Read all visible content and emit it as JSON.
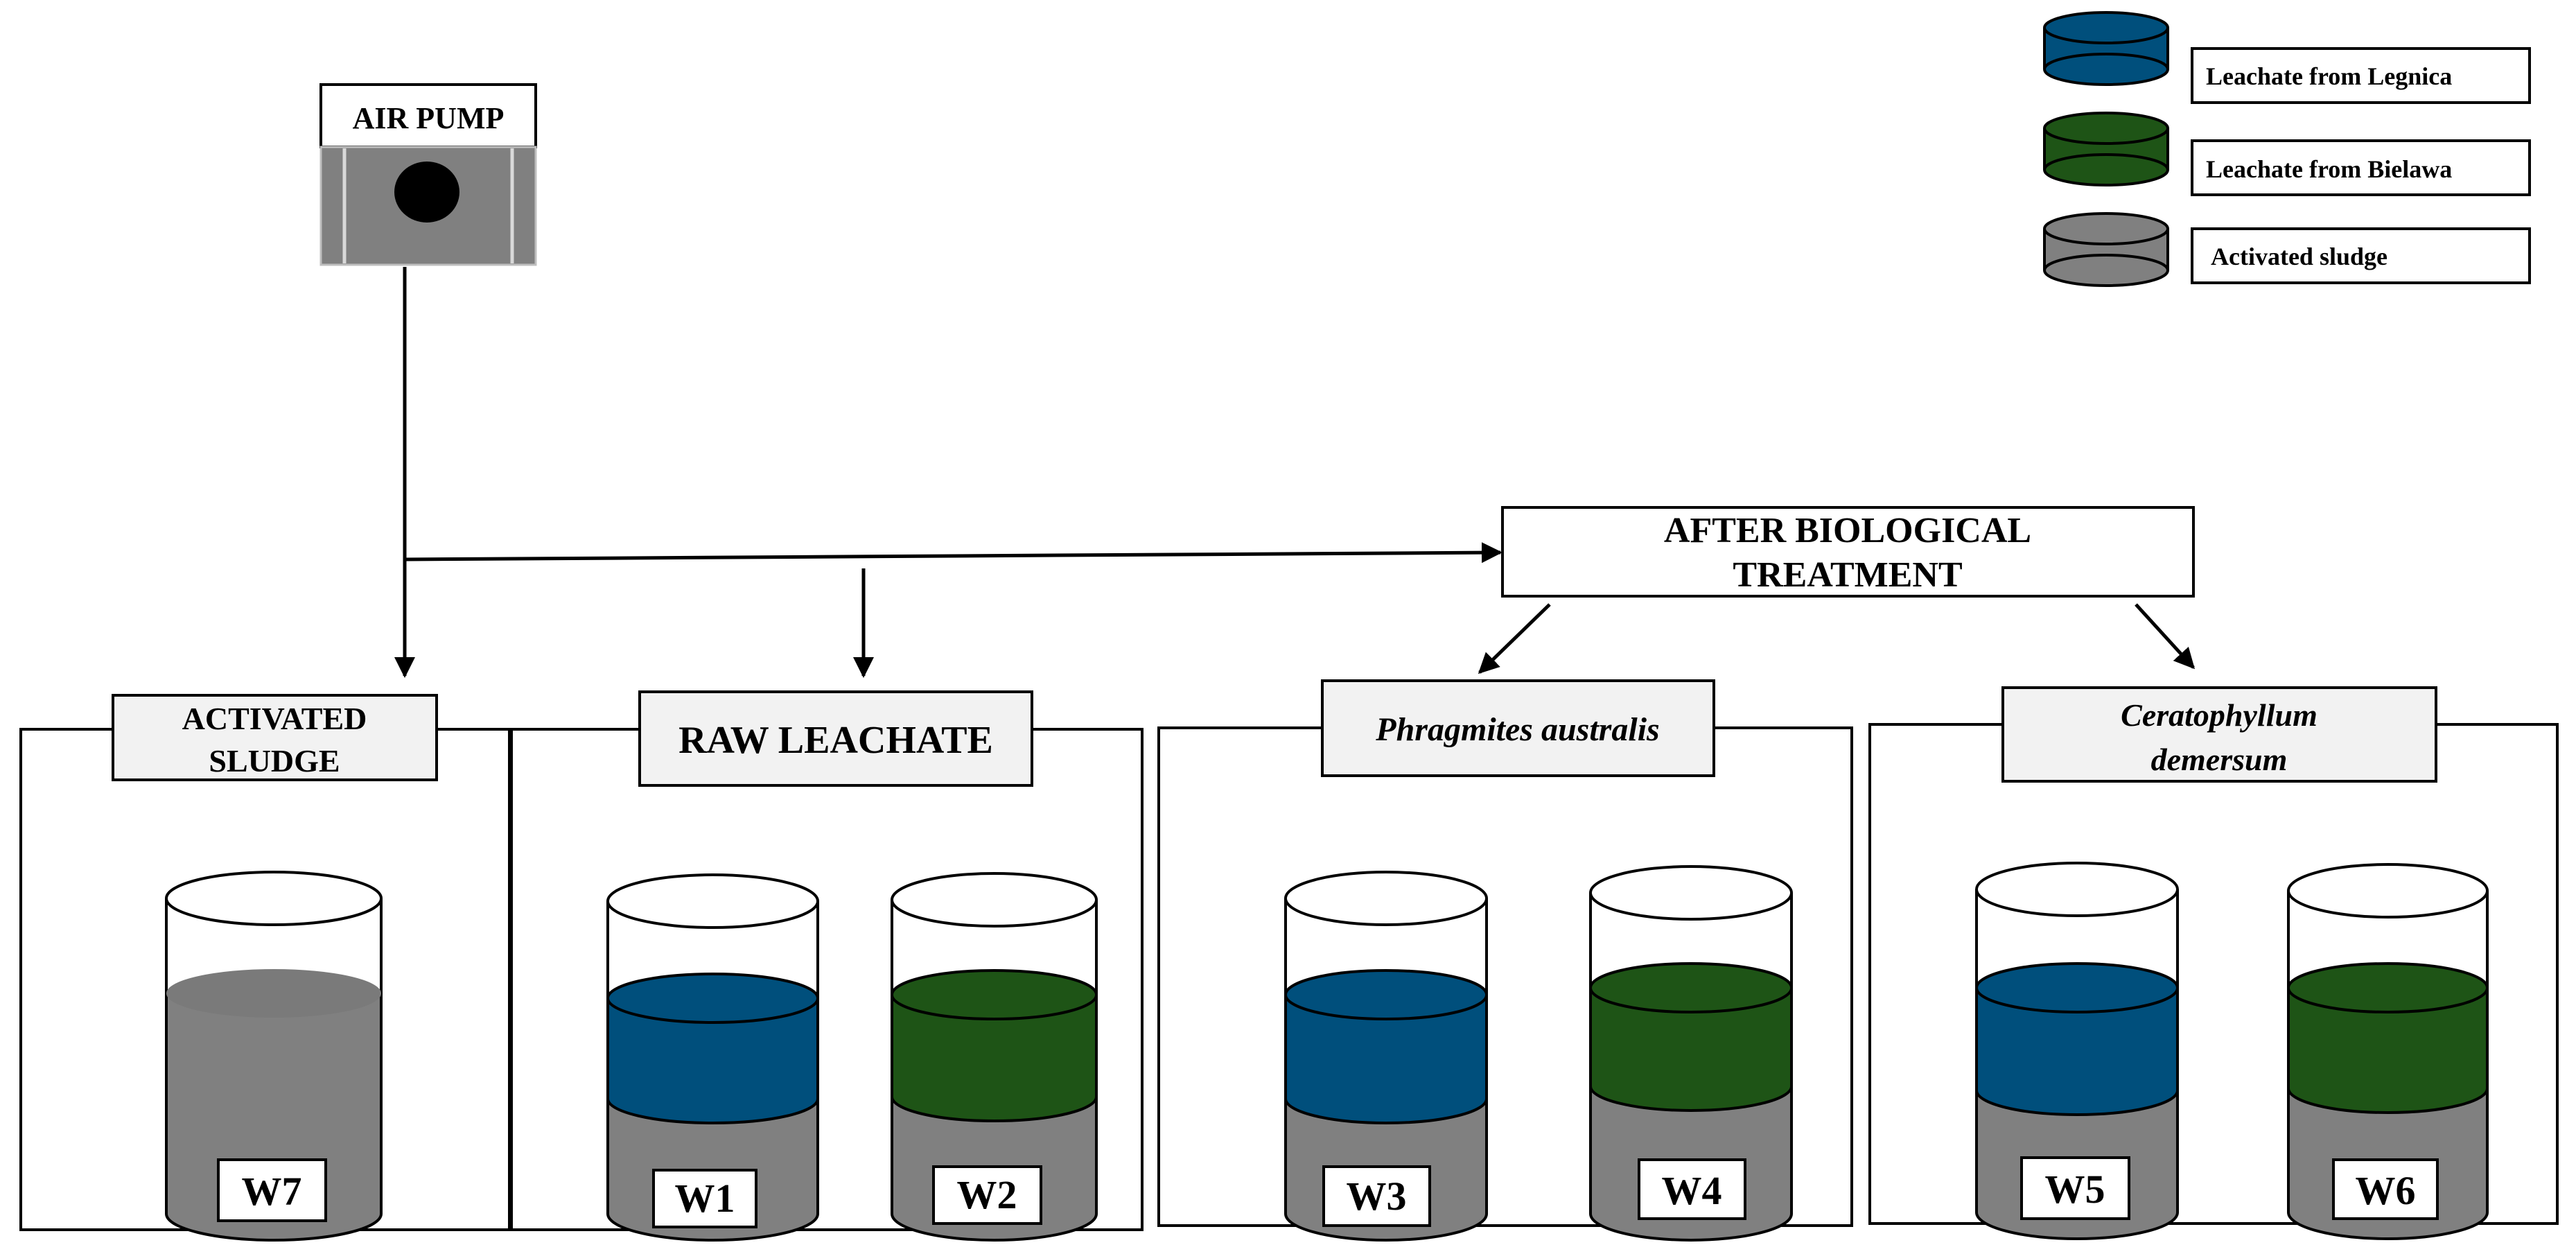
{
  "title": "",
  "legend": {
    "items": [
      {
        "label": "Leachate from Legnica",
        "color": "#004f7c"
      },
      {
        "label": "Leachate from Bielawa",
        "color": "#1e5416"
      },
      {
        "label": "Activated sludge",
        "color": "#808080"
      }
    ]
  },
  "air_pump": {
    "label": "AIR PUMP"
  },
  "after_treatment": {
    "label_line1": "AFTER BIOLOGICAL",
    "label_line2": "TREATMENT"
  },
  "sections": {
    "activated_sludge": {
      "label_line1": "ACTIVATED",
      "label_line2": "SLUDGE"
    },
    "raw_leachate": {
      "label": "RAW LEACHATE"
    },
    "phragmites": {
      "label": "Phragmites australis"
    },
    "ceratophyllum": {
      "label_line1": "Ceratophyllum",
      "label_line2": "demersum"
    }
  },
  "vessels": {
    "w7": {
      "label": "W7",
      "contents": [
        "Activated sludge"
      ]
    },
    "w1": {
      "label": "W1",
      "contents": [
        "Activated sludge",
        "Leachate from Legnica"
      ]
    },
    "w2": {
      "label": "W2",
      "contents": [
        "Activated sludge",
        "Leachate from Bielawa"
      ]
    },
    "w3": {
      "label": "W3",
      "contents": [
        "Activated sludge",
        "Leachate from Legnica"
      ]
    },
    "w4": {
      "label": "W4",
      "contents": [
        "Activated sludge",
        "Leachate from Bielawa"
      ]
    },
    "w5": {
      "label": "W5",
      "contents": [
        "Activated sludge",
        "Leachate from Legnica"
      ]
    },
    "w6": {
      "label": "W6",
      "contents": [
        "Activated sludge",
        "Leachate from Bielawa"
      ]
    }
  },
  "colors": {
    "legnica": "#004f7c",
    "bielawa": "#1e5416",
    "sludge": "#808080",
    "pump_body": "#808080"
  }
}
